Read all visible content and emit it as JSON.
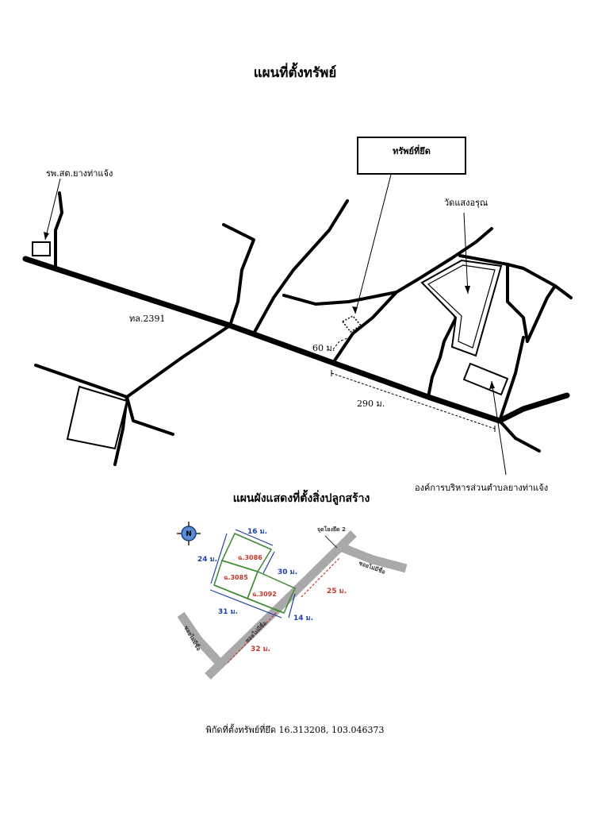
{
  "title": "แผนที่ตั้งทรัพย์",
  "map": {
    "seized_property_box": "ทรัพย์ที่ยึด",
    "hospital_label": "รพ.สต.ยางท่าแจ้ง",
    "temple_label": "วัดแสงอรุณ",
    "highway_label": "ทล.2391",
    "dist_60": "60 ม.",
    "dist_290": "290 ม.",
    "tao_label": "องค์การบริหารส่วนตำบลยางท่าแจ้ง"
  },
  "plan": {
    "title": "แผนผังแสดงที่ตั้งสิ่งปลูกสร้าง",
    "north": "N",
    "point_label": "จุดโยงยึด 2",
    "lane_right": "ซอยไม่มีชื่อ",
    "lane_left": "ซอยไม่มีชื่อ",
    "lane_main": "ซอยไม่มีชื่อ",
    "plots": [
      "ฉ.3086",
      "ฉ.3085",
      "ฉ.3092"
    ],
    "dims": {
      "d16": "16 ม.",
      "d24": "24 ม.",
      "d30": "30 ม.",
      "d31": "31 ม.",
      "d14": "14 ม.",
      "d25": "25 ม.",
      "d32": "32 ม."
    },
    "colors": {
      "plot_border": "#3a8a2e",
      "dim_blue": "#1f3fa8",
      "dim_red": "#c0392b",
      "road": "#a9a9a9"
    }
  },
  "coordinates_text": "พิกัดที่ตั้งทรัพย์ที่ยึด 16.313208, 103.046373"
}
